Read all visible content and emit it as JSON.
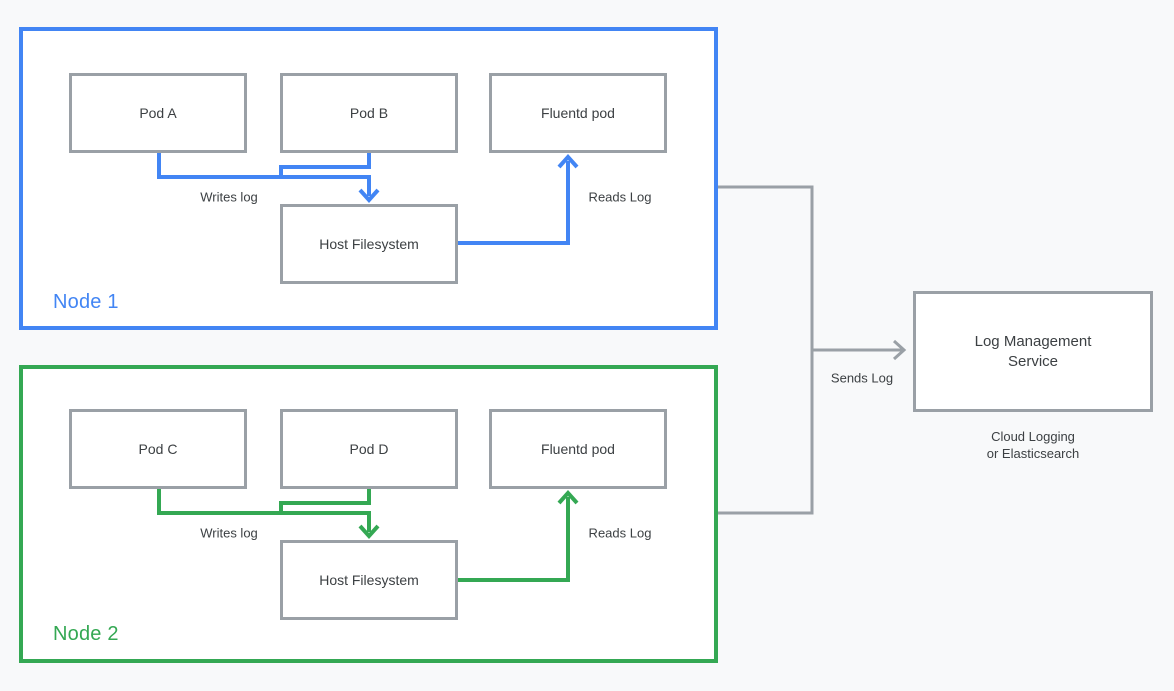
{
  "colors": {
    "node1_blue": "#4285f4",
    "node2_green": "#34a853",
    "box_border": "#9aa0a6",
    "connector_gray": "#9aa0a6",
    "label_text": "#3c4043",
    "background": "#f8f9fa",
    "box_fill": "#ffffff"
  },
  "nodes": [
    {
      "label": "Node 1",
      "pod_left": "Pod A",
      "pod_right": "Pod B",
      "fluentd": "Fluentd pod",
      "filesystem": "Host Filesystem",
      "writes_label": "Writes log",
      "reads_label": "Reads Log"
    },
    {
      "label": "Node 2",
      "pod_left": "Pod C",
      "pod_right": "Pod D",
      "fluentd": "Fluentd pod",
      "filesystem": "Host Filesystem",
      "writes_label": "Writes log",
      "reads_label": "Reads Log"
    }
  ],
  "connector": {
    "sends_label": "Sends Log"
  },
  "service": {
    "title": "Log Management Service",
    "caption_line1": "Cloud Logging",
    "caption_line2": "or Elasticsearch"
  }
}
